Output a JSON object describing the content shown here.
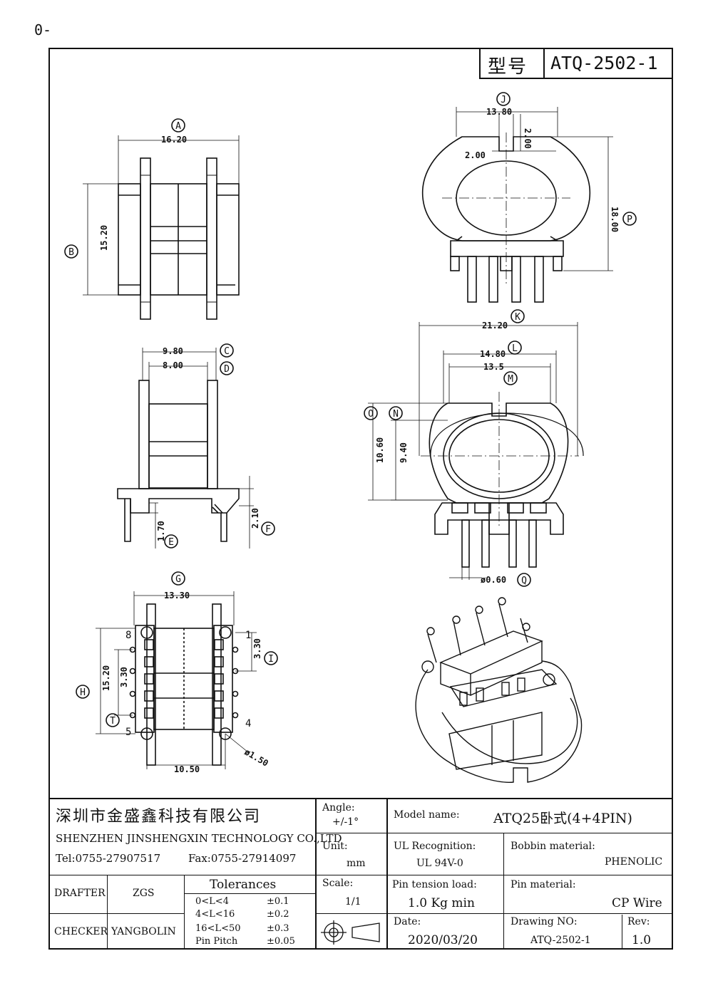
{
  "corner_mark": "0-",
  "title_block": {
    "model_label": "型号",
    "model_value": "ATQ-2502-1"
  },
  "dimensions": {
    "A": {
      "label": "A",
      "value": "16.20"
    },
    "B": {
      "label": "B",
      "value": "15.20"
    },
    "C": {
      "label": "C",
      "value": "9.80"
    },
    "D": {
      "label": "D",
      "value": "8.00"
    },
    "E": {
      "label": "E",
      "value": "1.70"
    },
    "F": {
      "label": "F",
      "value": "2.10"
    },
    "G": {
      "label": "G",
      "value": "13.30"
    },
    "H": {
      "label": "H",
      "value": "15.20"
    },
    "I": {
      "label": "I",
      "value": "3.30"
    },
    "T": {
      "label": "T",
      "value": "3.30"
    },
    "bottom_width": {
      "value": "10.50"
    },
    "hole": {
      "value": "ø1.50"
    },
    "J": {
      "label": "J",
      "value": "13.80"
    },
    "J_slot_depth": {
      "value": "2.00"
    },
    "J_slot_width": {
      "value": "2.00"
    },
    "P": {
      "label": "P",
      "value": "18.00"
    },
    "K": {
      "label": "K",
      "value": "21.20"
    },
    "L": {
      "label": "L",
      "value": "14.80"
    },
    "M": {
      "label": "M",
      "value": "13.5"
    },
    "N": {
      "label": "N",
      "value": "9.40"
    },
    "O": {
      "label": "O",
      "value": "10.60"
    },
    "Q": {
      "label": "Q",
      "value": "ø0.60"
    }
  },
  "pin_numbers": {
    "p8": "8",
    "p1": "1",
    "p5": "5",
    "p4": "4"
  },
  "company": {
    "name_cn": "深圳市金盛鑫科技有限公司",
    "name_en": "SHENZHEN JINSHENGXIN TECHNOLOGY CO.,LTD",
    "tel": "Tel:0755-27907517",
    "fax": "Fax:0755-27914097"
  },
  "people": {
    "drafter_label": "DRAFTER",
    "drafter": "ZGS",
    "checker_label": "CHECKER",
    "checker": "YANGBOLIN"
  },
  "tolerances": {
    "title": "Tolerances",
    "rows": [
      {
        "range": "0<L<4",
        "tol": "±0.1"
      },
      {
        "range": "4<L<16",
        "tol": "±0.2"
      },
      {
        "range": "16<L<50",
        "tol": "±0.3"
      },
      {
        "range": "Pin Pitch",
        "tol": "±0.05"
      }
    ]
  },
  "specs": {
    "angle_label": "Angle:",
    "angle": "+/-1°",
    "unit_label": "Unit:",
    "unit": "mm",
    "scale_label": "Scale:",
    "scale": "1/1",
    "model_name_label": "Model name:",
    "model_name": "ATQ25卧式(4+4PIN)",
    "ul_label": "UL Recognition:",
    "ul": "UL 94V-0",
    "bobbin_label": "Bobbin material:",
    "bobbin": "PHENOLIC",
    "pin_tension_label": "Pin tension load:",
    "pin_tension": "1.0 Kg min",
    "pin_material_label": "Pin material:",
    "pin_material": "CP Wire",
    "date_label": "Date:",
    "date": "2020/03/20",
    "drawing_no_label": "Drawing NO:",
    "drawing_no": "ATQ-2502-1",
    "rev_label": "Rev:",
    "rev": "1.0"
  }
}
